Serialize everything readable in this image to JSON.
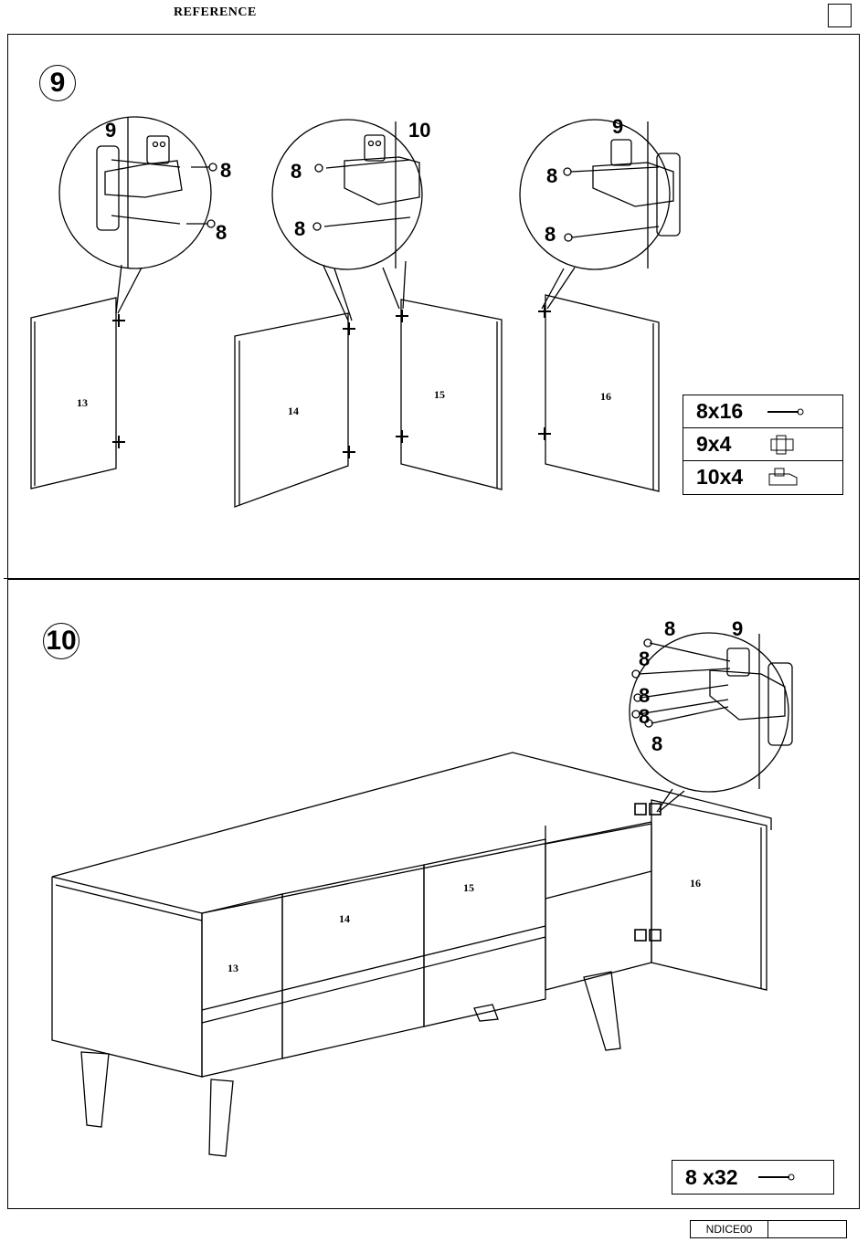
{
  "header": {
    "reference": "REFERENCE"
  },
  "step9": {
    "number": "9",
    "detail_left": {
      "plate_label": "9",
      "screw_top": "8",
      "screw_bottom": "8"
    },
    "detail_middle": {
      "plate_label": "10",
      "screw_top": "8",
      "screw_bottom": "8"
    },
    "detail_right": {
      "plate_label": "9",
      "screw_top": "8",
      "screw_bottom": "8"
    },
    "panels": [
      "13",
      "14",
      "15",
      "16"
    ],
    "legend": [
      {
        "label": "8x16",
        "icon": "screw-icon"
      },
      {
        "label": "9x4",
        "icon": "hinge-plate-icon"
      },
      {
        "label": "10x4",
        "icon": "hinge-icon"
      }
    ]
  },
  "step10": {
    "number": "10",
    "detail": {
      "labels": [
        "8",
        "9",
        "8",
        "8",
        "8",
        "8"
      ]
    },
    "panels": [
      "13",
      "14",
      "15",
      "16"
    ],
    "legend": [
      {
        "label": "8 x32",
        "icon": "screw-icon"
      }
    ]
  },
  "footer": {
    "code": "NDICE00",
    "page": ""
  }
}
